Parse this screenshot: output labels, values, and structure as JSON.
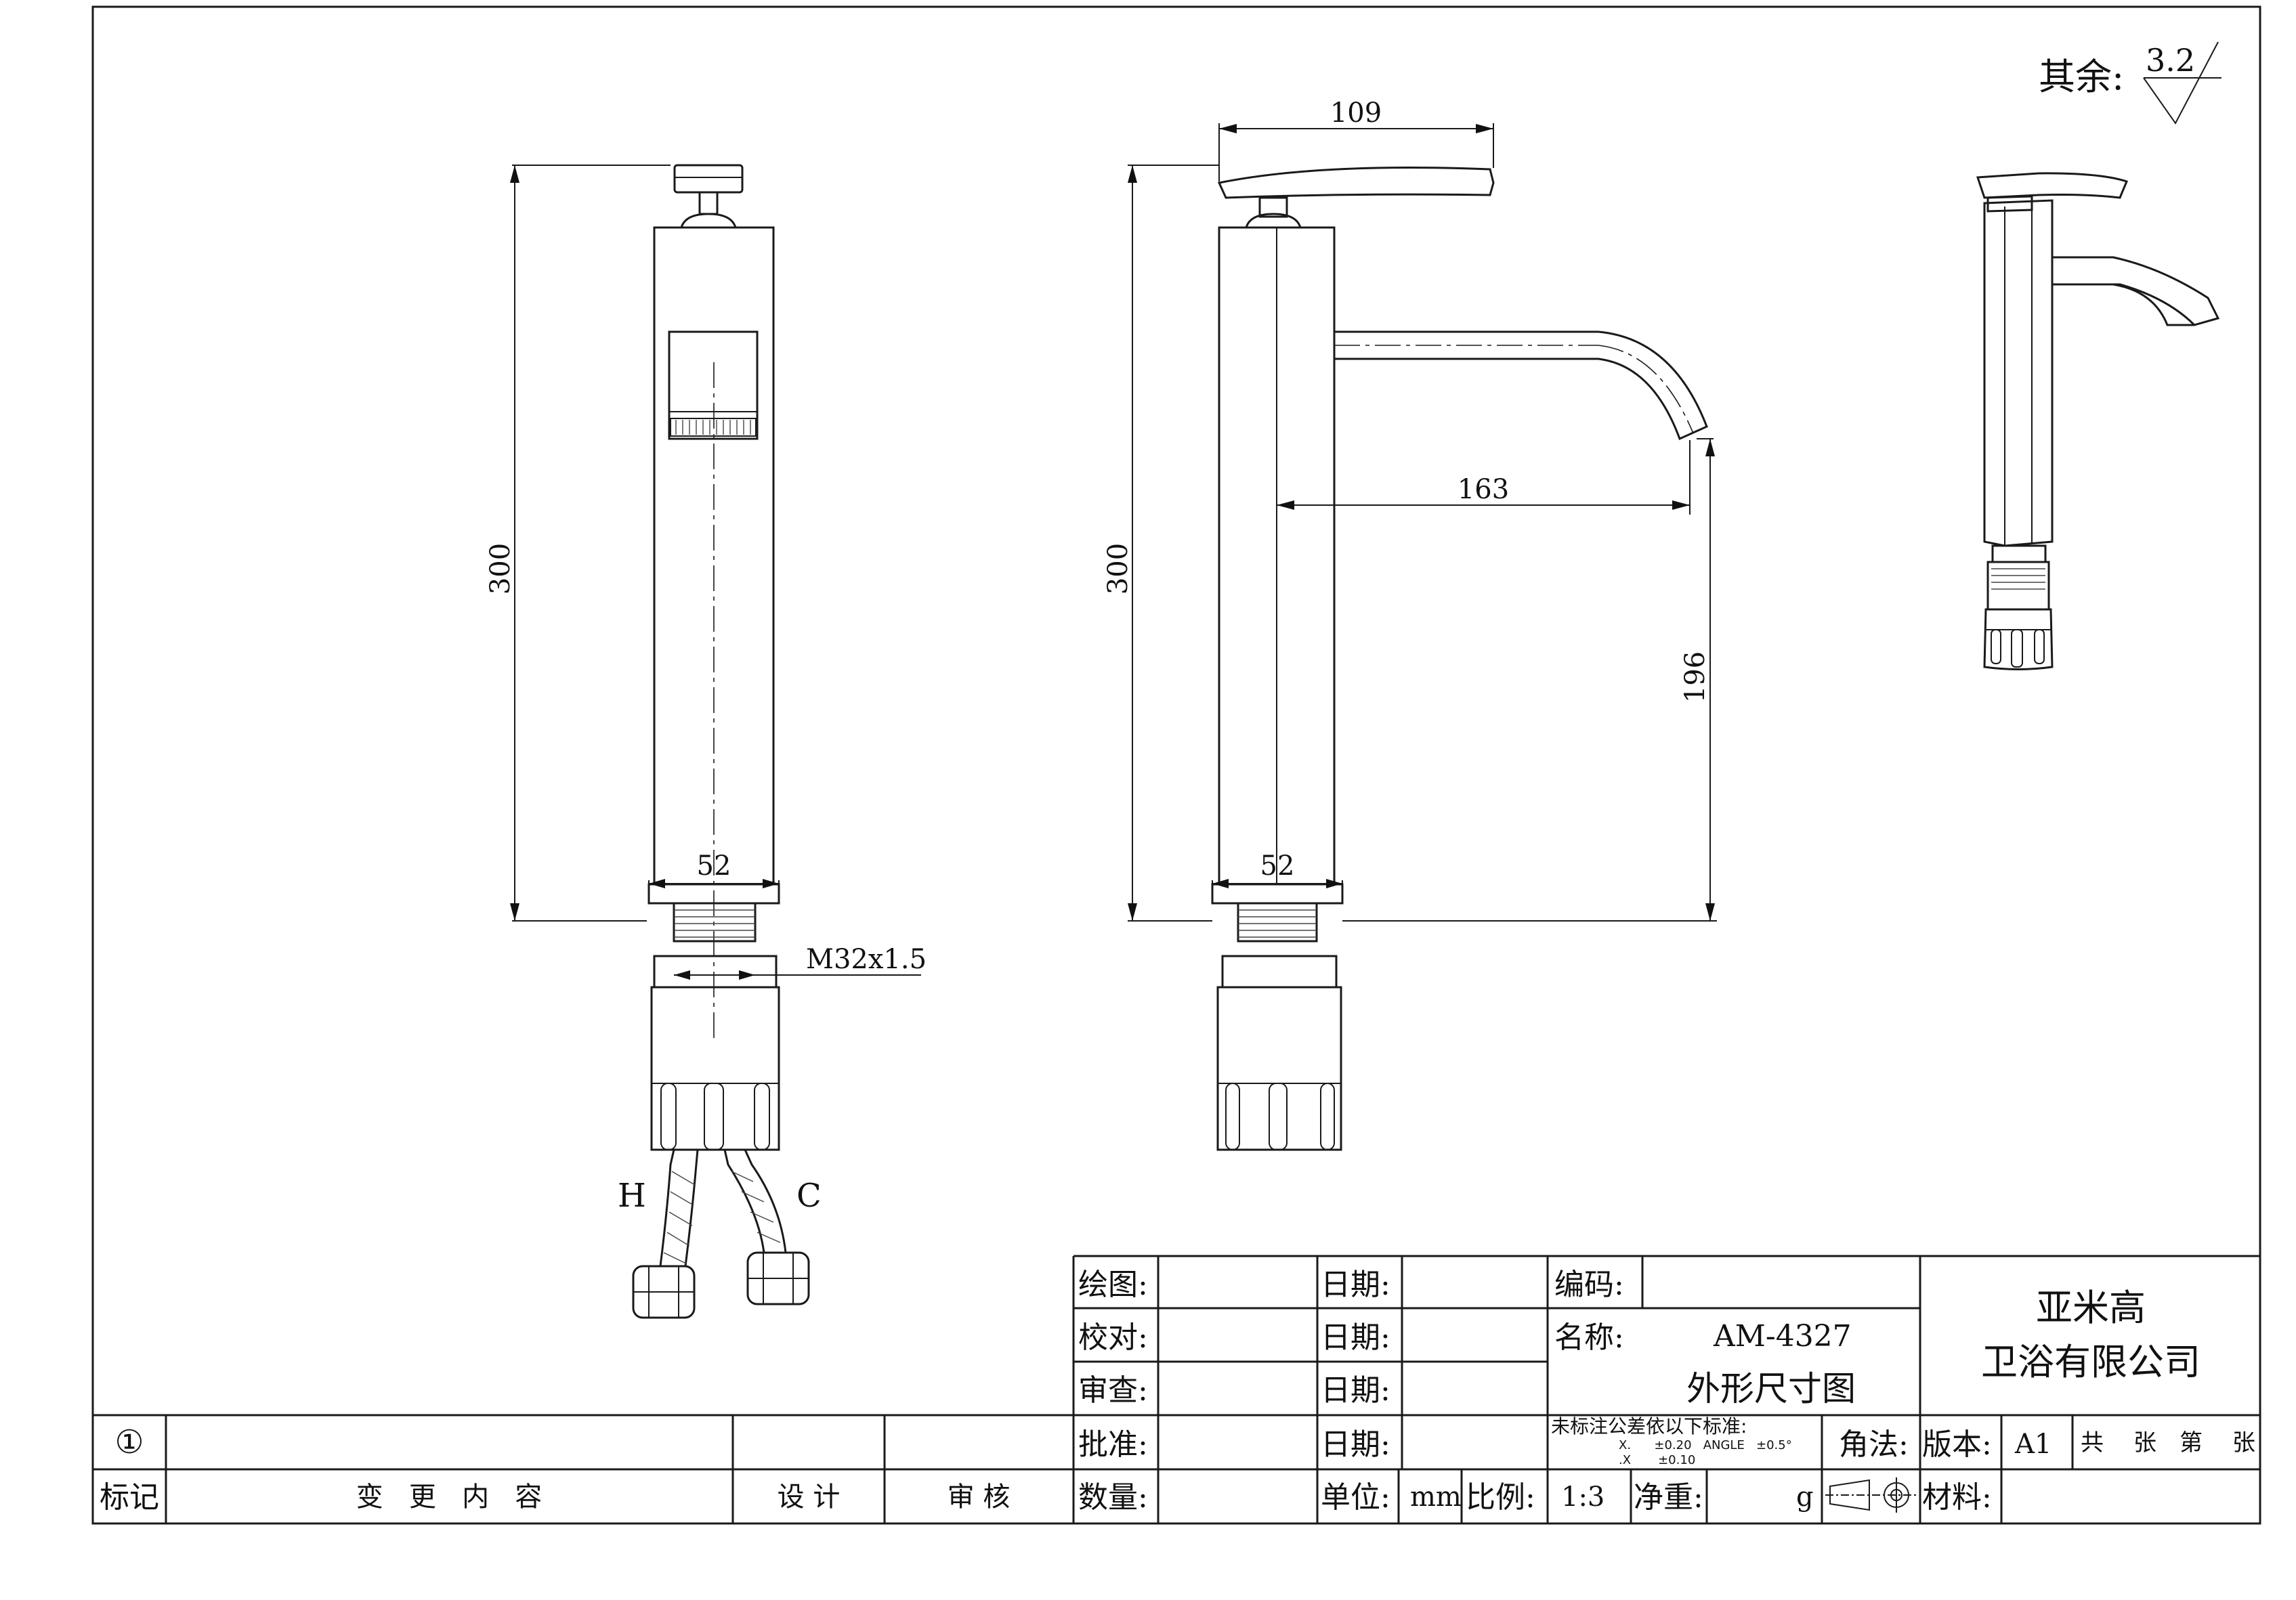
{
  "roughness": {
    "prefix": "其余:",
    "value": "3.2"
  },
  "front_view": {
    "height_dim": "300",
    "base_width_dim": "52",
    "thread_dim": "M32x1.5",
    "hot_label": "H",
    "cold_label": "C"
  },
  "side_view": {
    "height_dim": "300",
    "handle_length_dim": "109",
    "spout_reach_dim": "163",
    "spout_height_dim": "196",
    "base_width_dim": "52"
  },
  "title_block": {
    "drawn_label": "绘图:",
    "checked_label": "校对:",
    "reviewed_label": "审查:",
    "approved_label": "批准:",
    "quantity_label": "数量:",
    "date_label": "日期:",
    "unit_label": "单位:",
    "unit_value": "mm",
    "scale_label": "比例:",
    "scale_value": "1:3",
    "weight_label": "净重:",
    "weight_unit": "g",
    "code_label": "编码:",
    "name_label": "名称:",
    "model": "AM-4327",
    "drawing_title": "外形尺寸图",
    "tolerance_note": "未标注公差依以下标准:",
    "tolerance_line1": "X.      ±0.20   ANGLE   ±0.5°",
    "tolerance_line2": ".X       ±0.10",
    "projection_label": "角法:",
    "version_label": "版本:",
    "version_value": "A1",
    "sheet_total": "共",
    "sheet_unit": "张",
    "sheet_no": "第",
    "sheet_unit2": "张",
    "material_label": "材料:",
    "company_line1": "亚米高",
    "company_line2": "卫浴有限公司"
  },
  "revision_block": {
    "revision_symbol": "①",
    "mark_header": "标记",
    "change_header": "变   更   内   容",
    "design_header": "设 计",
    "review_header": "审 核"
  }
}
